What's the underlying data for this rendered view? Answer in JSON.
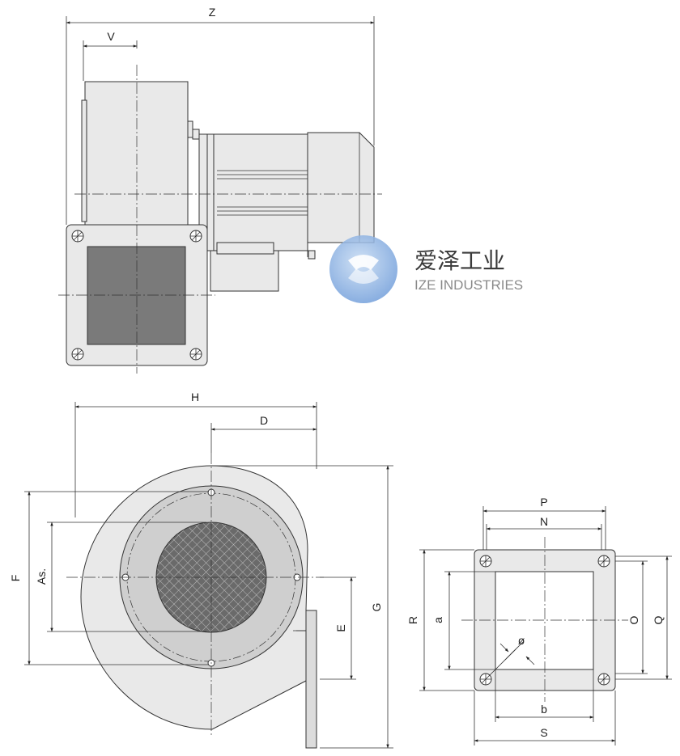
{
  "labels": {
    "Z": "Z",
    "V": "V",
    "H": "H",
    "D": "D",
    "F": "F",
    "As": "As.",
    "E": "E",
    "G": "G",
    "P": "P",
    "N": "N",
    "R": "R",
    "a": "a",
    "O": "O",
    "Q": "Q",
    "phi": "ø",
    "b": "b",
    "S": "S"
  },
  "watermark": {
    "chinese": "爱泽工业",
    "english": "IZE INDUSTRIES",
    "colors": {
      "logo_light": "#9cc0e6",
      "logo_dark": "#5b8fd6",
      "text": "#3a3a3a",
      "subtext": "#8a8a8a"
    }
  },
  "colors": {
    "housing": "#e9e9e9",
    "outlet": "#7a7a7a",
    "inlet_mesh": "#6e6e6e",
    "line": "#333333"
  }
}
